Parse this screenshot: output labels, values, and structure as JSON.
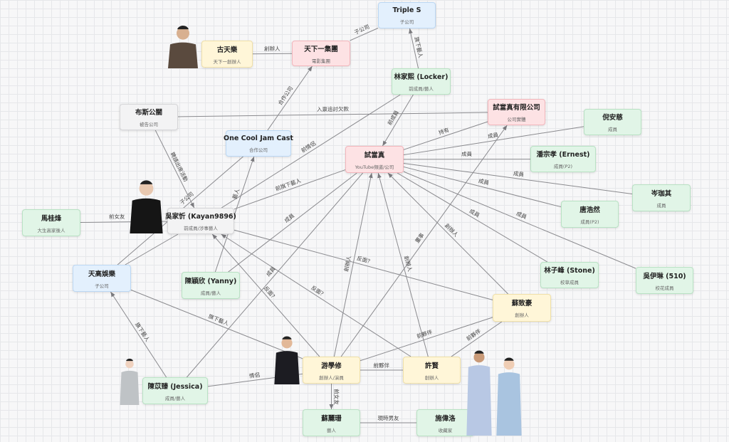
{
  "nodes": [
    {
      "id": "triples",
      "title": "Triple S",
      "sub": "子公司",
      "color": "blue"
    },
    {
      "id": "gu",
      "title": "古天樂",
      "sub": "天下一創辦人",
      "color": "yellow"
    },
    {
      "id": "tianxia",
      "title": "天下一集團",
      "sub": "電影集團",
      "color": "pink"
    },
    {
      "id": "locker",
      "title": "林家熙 (Locker)",
      "sub": "前成員/藝人",
      "color": "green"
    },
    {
      "id": "busi",
      "title": "布斯公關",
      "sub": "被告公司",
      "color": "gray"
    },
    {
      "id": "stdltd",
      "title": "試當真有限公司",
      "sub": "公司實體",
      "color": "pink"
    },
    {
      "id": "ni",
      "title": "倪安慈",
      "sub": "成員",
      "color": "green"
    },
    {
      "id": "ocj",
      "title": "One Cool Jam Cast",
      "sub": "合作公司",
      "color": "blue"
    },
    {
      "id": "std",
      "title": "試當真",
      "sub": "YouTube頻道/公司",
      "color": "pink"
    },
    {
      "id": "ernest",
      "title": "潘宗孝 (Ernest)",
      "sub": "成員(P2)",
      "color": "green"
    },
    {
      "id": "cen",
      "title": "岑珈其",
      "sub": "成員",
      "color": "green"
    },
    {
      "id": "tang",
      "title": "唐浩然",
      "sub": "成員(P2)",
      "color": "green"
    },
    {
      "id": "ma",
      "title": "馬桂烽",
      "sub": "大生高家後人",
      "color": "green"
    },
    {
      "id": "kayan",
      "title": "吳家忻 (Kayan9896)",
      "sub": "前成員/涉事藝人",
      "color": "gray"
    },
    {
      "id": "tiangao",
      "title": "天高娛樂",
      "sub": "子公司",
      "color": "blue"
    },
    {
      "id": "yanny",
      "title": "陳穎欣 (Yanny)",
      "sub": "成員/藝人",
      "color": "green"
    },
    {
      "id": "stone",
      "title": "林子峰 (Stone)",
      "sub": "校草成員",
      "color": "green"
    },
    {
      "id": "510",
      "title": "吳伊琳 (510)",
      "sub": "校花成員",
      "color": "green"
    },
    {
      "id": "su",
      "title": "蘇致豪",
      "sub": "創辦人",
      "color": "yellow"
    },
    {
      "id": "yau",
      "title": "游學修",
      "sub": "創辦人/演員",
      "color": "yellow"
    },
    {
      "id": "hui",
      "title": "許賢",
      "sub": "創辦人",
      "color": "yellow"
    },
    {
      "id": "jessica",
      "title": "陳苡臻 (Jessica)",
      "sub": "成員/藝人",
      "color": "green"
    },
    {
      "id": "sulai",
      "title": "蘇麗珊",
      "sub": "藝人",
      "color": "green"
    },
    {
      "id": "shi",
      "title": "施偉洛",
      "sub": "收藏家",
      "color": "green"
    }
  ],
  "edges": [
    {
      "from": "gu",
      "to": "tianxia",
      "label": "創辦人"
    },
    {
      "from": "tianxia",
      "to": "triples",
      "label": "子公司"
    },
    {
      "from": "locker",
      "to": "triples",
      "label": "旗下藝人",
      "arrow": true
    },
    {
      "from": "ocj",
      "to": "tianxia",
      "label": "合作公司",
      "arrow": true
    },
    {
      "from": "busi",
      "to": "stdltd",
      "label": "入禀追討欠款"
    },
    {
      "from": "busi",
      "to": "kayan",
      "label": "聘請出席活動",
      "arrow": true
    },
    {
      "from": "tiangao",
      "to": "ocj",
      "label": "子公司"
    },
    {
      "from": "locker",
      "to": "std",
      "label": "前成員",
      "arrow": true
    },
    {
      "from": "locker",
      "to": "kayan",
      "label": "前情侶"
    },
    {
      "from": "std",
      "to": "stdltd",
      "label": "持有"
    },
    {
      "from": "ni",
      "to": "std",
      "label": "成員"
    },
    {
      "from": "yau",
      "to": "stdltd",
      "label": "董事",
      "arrow": true
    },
    {
      "from": "ernest",
      "to": "std",
      "label": "成員"
    },
    {
      "from": "cen",
      "to": "std",
      "label": "成員"
    },
    {
      "from": "tang",
      "to": "std",
      "label": "成員"
    },
    {
      "from": "stone",
      "to": "std",
      "label": "成員"
    },
    {
      "from": "510",
      "to": "std",
      "label": "成員"
    },
    {
      "from": "su",
      "to": "std",
      "label": "創辦人",
      "arrow": true
    },
    {
      "from": "hui",
      "to": "std",
      "label": "創辦人",
      "arrow": true
    },
    {
      "from": "yau",
      "to": "std",
      "label": "創辦人",
      "arrow": true
    },
    {
      "from": "kayan",
      "to": "std",
      "label": "前旗下藝人"
    },
    {
      "from": "yanny",
      "to": "std",
      "label": "成員"
    },
    {
      "from": "jessica",
      "to": "std",
      "label": "成員"
    },
    {
      "from": "yanny",
      "to": "ocj",
      "label": "藝人",
      "arrow": true
    },
    {
      "from": "kayan",
      "to": "ma",
      "label": "前女友"
    },
    {
      "from": "tiangao",
      "to": "kayan",
      "label": ""
    },
    {
      "from": "kayan",
      "to": "su",
      "label": "反面？"
    },
    {
      "from": "yau",
      "to": "kayan",
      "label": "反面?",
      "arrow": true
    },
    {
      "from": "hui",
      "to": "kayan",
      "label": "反面？",
      "arrow": true
    },
    {
      "from": "tiangao",
      "to": "yau",
      "label": "旗下藝人"
    },
    {
      "from": "jessica",
      "to": "tiangao",
      "label": "旗下藝人",
      "arrow": true
    },
    {
      "from": "jessica",
      "to": "yau",
      "label": "情侶"
    },
    {
      "from": "yau",
      "to": "hui",
      "label": "前夥伴"
    },
    {
      "from": "yau",
      "to": "su",
      "label": "前夥伴"
    },
    {
      "from": "hui",
      "to": "su",
      "label": "前夥伴"
    },
    {
      "from": "yau",
      "to": "sulai",
      "label": "前女友",
      "arrow": true
    },
    {
      "from": "sulai",
      "to": "shi",
      "label": "現時男友"
    }
  ],
  "colors": {
    "edge": "#8a8a8e",
    "pink": "#fde2e4",
    "blue": "#e3f0fd",
    "green": "#e1f5e7",
    "yellow": "#fff6d8",
    "gray": "#f3f3f4"
  }
}
